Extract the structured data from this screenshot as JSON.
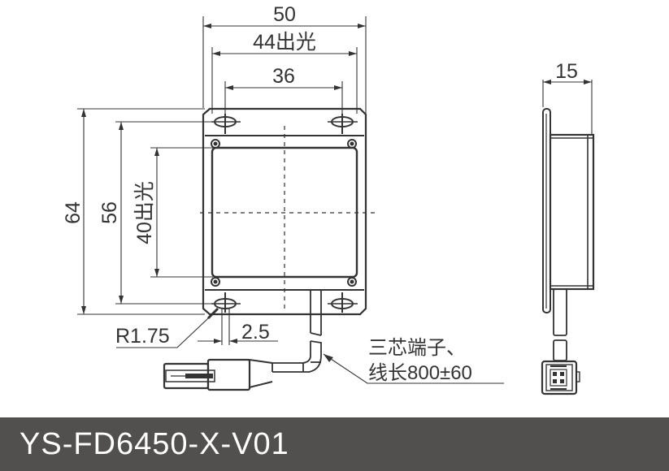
{
  "drawing": {
    "line_color": "#333333",
    "front_view": {
      "dimensions": {
        "width_overall": "50",
        "width_light_emitting": "44出光",
        "hole_spacing_horizontal": "36",
        "height_overall": "64",
        "hole_spacing_vertical": "56",
        "height_light_emitting": "40出光",
        "corner_radius": "R1.75",
        "slot_width": "2.5"
      },
      "cable_note": {
        "line1": "三芯端子、",
        "line2": "线长800±60"
      }
    },
    "side_view": {
      "dimensions": {
        "thickness": "15"
      }
    }
  },
  "footer": {
    "model_number": "YS-FD6450-X-V01",
    "background_color": "#51504e",
    "text_color": "#ffffff"
  }
}
